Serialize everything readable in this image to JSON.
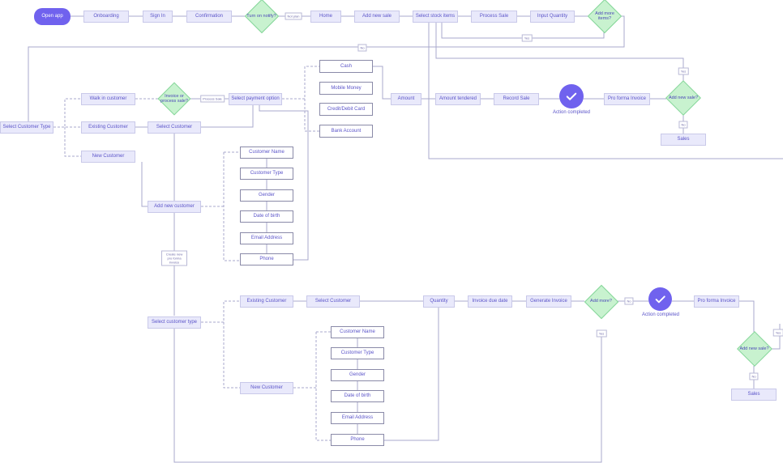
{
  "flow": {
    "nodes": {
      "open_app": "Open app",
      "onboarding": "Onboarding",
      "sign_in": "Sign In",
      "confirmation": "Confirmation",
      "turn_on_notify": "Turn on notify?",
      "home": "Home",
      "add_new_sale": "Add new sale",
      "select_stock_items": "Select stock items",
      "process_sale": "Process Sale",
      "input_quantity": "Input Quantity",
      "add_more_items": "Add more items?",
      "cash": "Cash",
      "mobile_money": "Mobile Money",
      "credit_debit_card": "Credit/Debit Card",
      "bank_account": "Bank Account",
      "amount": "Amount",
      "amount_tendered": "Amount tendered",
      "record_sale": "Record Sale",
      "action_completed_1": "Action completed",
      "pro_forma_invoice_1": "Pro forma Invoice",
      "add_new_sale_q1": "Add new sale?",
      "sales_1": "Sales",
      "select_customer_type_1": "Select Customer Type",
      "walk_in_customer": "Walk in customer",
      "invoice_or_process_sale": "Invoice or process sale?",
      "select_payment_option": "Select payment option",
      "existing_customer_1": "Existing Customer",
      "select_customer_1": "Select Customer",
      "new_customer_1": "New Customer",
      "add_new_customer": "Add new customer",
      "form1_customer_name": "Customer Name",
      "form1_customer_type": "Customer Type",
      "form1_gender": "Gender",
      "form1_date_of_birth": "Date of birth",
      "form1_email": "Email Address",
      "form1_phone": "Phone",
      "select_customer_type_2": "Select customer type",
      "existing_customer_2": "Existing Customer",
      "select_customer_2": "Select Customer",
      "quantity": "Quantity",
      "invoice_due_date": "Invoice due date",
      "generate_invoice": "Generate Invoice",
      "add_more_q": "Add more?",
      "action_completed_2": "Action completed",
      "pro_forma_invoice_2": "Pro forma Invoice",
      "add_new_sale_q2": "Add new sale?",
      "sales_2": "Sales",
      "new_customer_2": "New Customer",
      "form2_customer_name": "Customer Name",
      "form2_customer_type": "Customer Type",
      "form2_gender": "Gender",
      "form2_date_of_birth": "Date of birth",
      "form2_email": "Email Address",
      "form2_phone": "Phone"
    },
    "edge_labels": {
      "notify_to_home": "Not plan",
      "loop_yes_top": "Yes",
      "no_return": "No",
      "invoice_to_payment": "Process Sale",
      "yes_right": "Yes",
      "no_right": "No",
      "create_invoice": "Create new pro forma invoice",
      "add_more_no": "No",
      "add_more_yes": "Yes",
      "yes_bottom": "Yes",
      "no_bottom": "No"
    }
  },
  "colors": {
    "accent": "#7062ee",
    "node_fill": "#e9e9fb",
    "decision_fill": "#c8f2cf",
    "text": "#5b54c9",
    "connector": "#a9a8cc"
  }
}
